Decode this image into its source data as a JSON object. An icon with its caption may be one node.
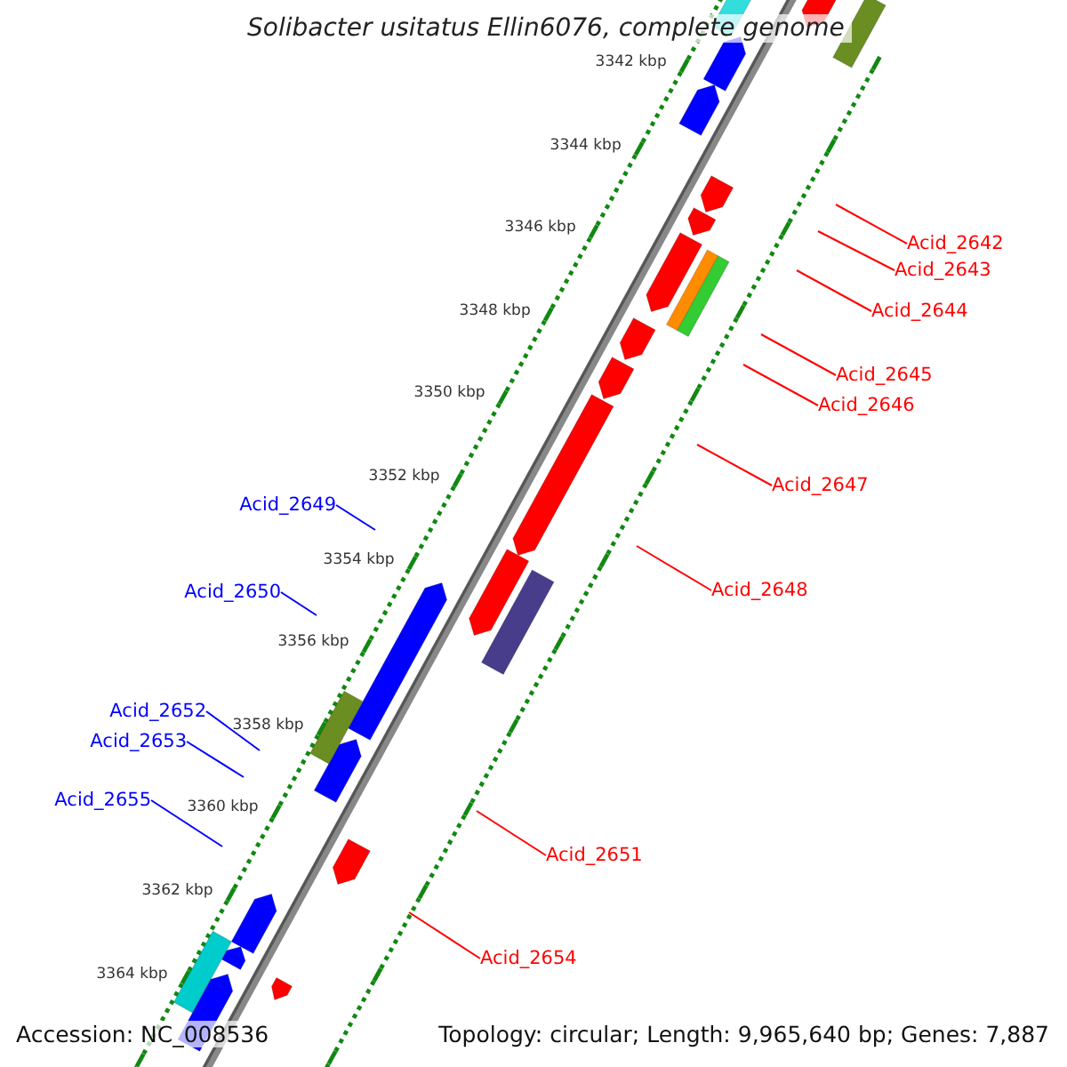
{
  "diagram": {
    "title": "Solibacter usitatus Ellin6076, complete genome",
    "nodes": [
      {
        "text": [
          "Acid_2642"
        ]
      },
      {
        "text": [
          "Acid_2643"
        ]
      },
      {
        "text": [
          "Acid_2644"
        ]
      },
      {
        "text": [
          "Acid_2645"
        ]
      },
      {
        "text": [
          "Acid_2646"
        ]
      },
      {
        "text": [
          "Acid_2647"
        ]
      },
      {
        "text": [
          "Acid_2649"
        ]
      },
      {
        "text": [
          "Acid_2648"
        ]
      },
      {
        "text": [
          "Acid_2650"
        ]
      },
      {
        "text": [
          "Acid_2652"
        ]
      },
      {
        "text": [
          "Acid_2653"
        ]
      },
      {
        "text": [
          "Acid_2655"
        ]
      },
      {
        "text": [
          "Acid_2651"
        ]
      },
      {
        "text": [
          "Acid_2654"
        ]
      }
    ],
    "edges": [
      {
        "from": 0,
        "to": null,
        "arrow": "none"
      },
      {
        "from": 1,
        "to": null,
        "arrow": "none"
      },
      {
        "from": 2,
        "to": null,
        "arrow": "none"
      },
      {
        "from": 3,
        "to": null,
        "arrow": "none"
      },
      {
        "from": 4,
        "to": null,
        "arrow": "none"
      },
      {
        "from": 5,
        "to": null,
        "arrow": "none"
      },
      {
        "from": 6,
        "to": null,
        "arrow": "none",
        "color": "#0000ff"
      },
      {
        "from": 7,
        "to": null,
        "arrow": "none"
      },
      {
        "from": 8,
        "to": null,
        "arrow": "none",
        "color": "#0000ff"
      },
      {
        "from": 9,
        "to": null,
        "arrow": "none",
        "color": "#0000ff"
      },
      {
        "from": 10,
        "to": null,
        "arrow": "none",
        "color": "#0000ff"
      },
      {
        "from": 11,
        "to": null,
        "arrow": "none",
        "color": "#0000ff"
      },
      {
        "from": 12,
        "to": null,
        "arrow": "none"
      },
      {
        "from": 13,
        "to": null,
        "arrow": "none"
      }
    ],
    "labels": [
      "3342 kbp",
      "3344 kbp",
      "3346 kbp",
      "3348 kbp",
      "3350 kbp",
      "3352 kbp",
      "3354 kbp",
      "3356 kbp",
      "3358 kbp",
      "3360 kbp",
      "3362 kbp",
      "3364 kbp",
      "Accession: NC_008536",
      "Topology: circular; Length: 9,965,640 bp; Genes: 7,887"
    ]
  }
}
